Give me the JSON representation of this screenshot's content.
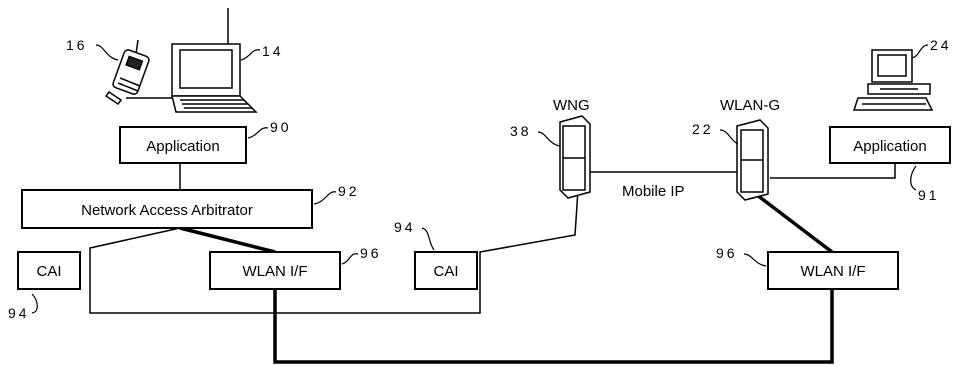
{
  "boxes": {
    "app_left": "Application",
    "arbitrator": "Network Access Arbitrator",
    "cai_left": "CAI",
    "wlan_if_left": "WLAN I/F",
    "cai_mid": "CAI",
    "wlan_if_right": "WLAN I/F",
    "app_right": "Application"
  },
  "labels": {
    "wng": "WNG",
    "wlan_g": "WLAN-G",
    "mobile_ip": "Mobile IP"
  },
  "refs": {
    "phone": "16",
    "laptop": "14",
    "pc": "24",
    "app_left": "90",
    "app_right": "91",
    "arbitrator": "92",
    "cai_left": "94",
    "cai_mid": "94",
    "wlan_if_left": "96",
    "wlan_if_right": "96",
    "wng": "38",
    "wlan_g": "22"
  }
}
